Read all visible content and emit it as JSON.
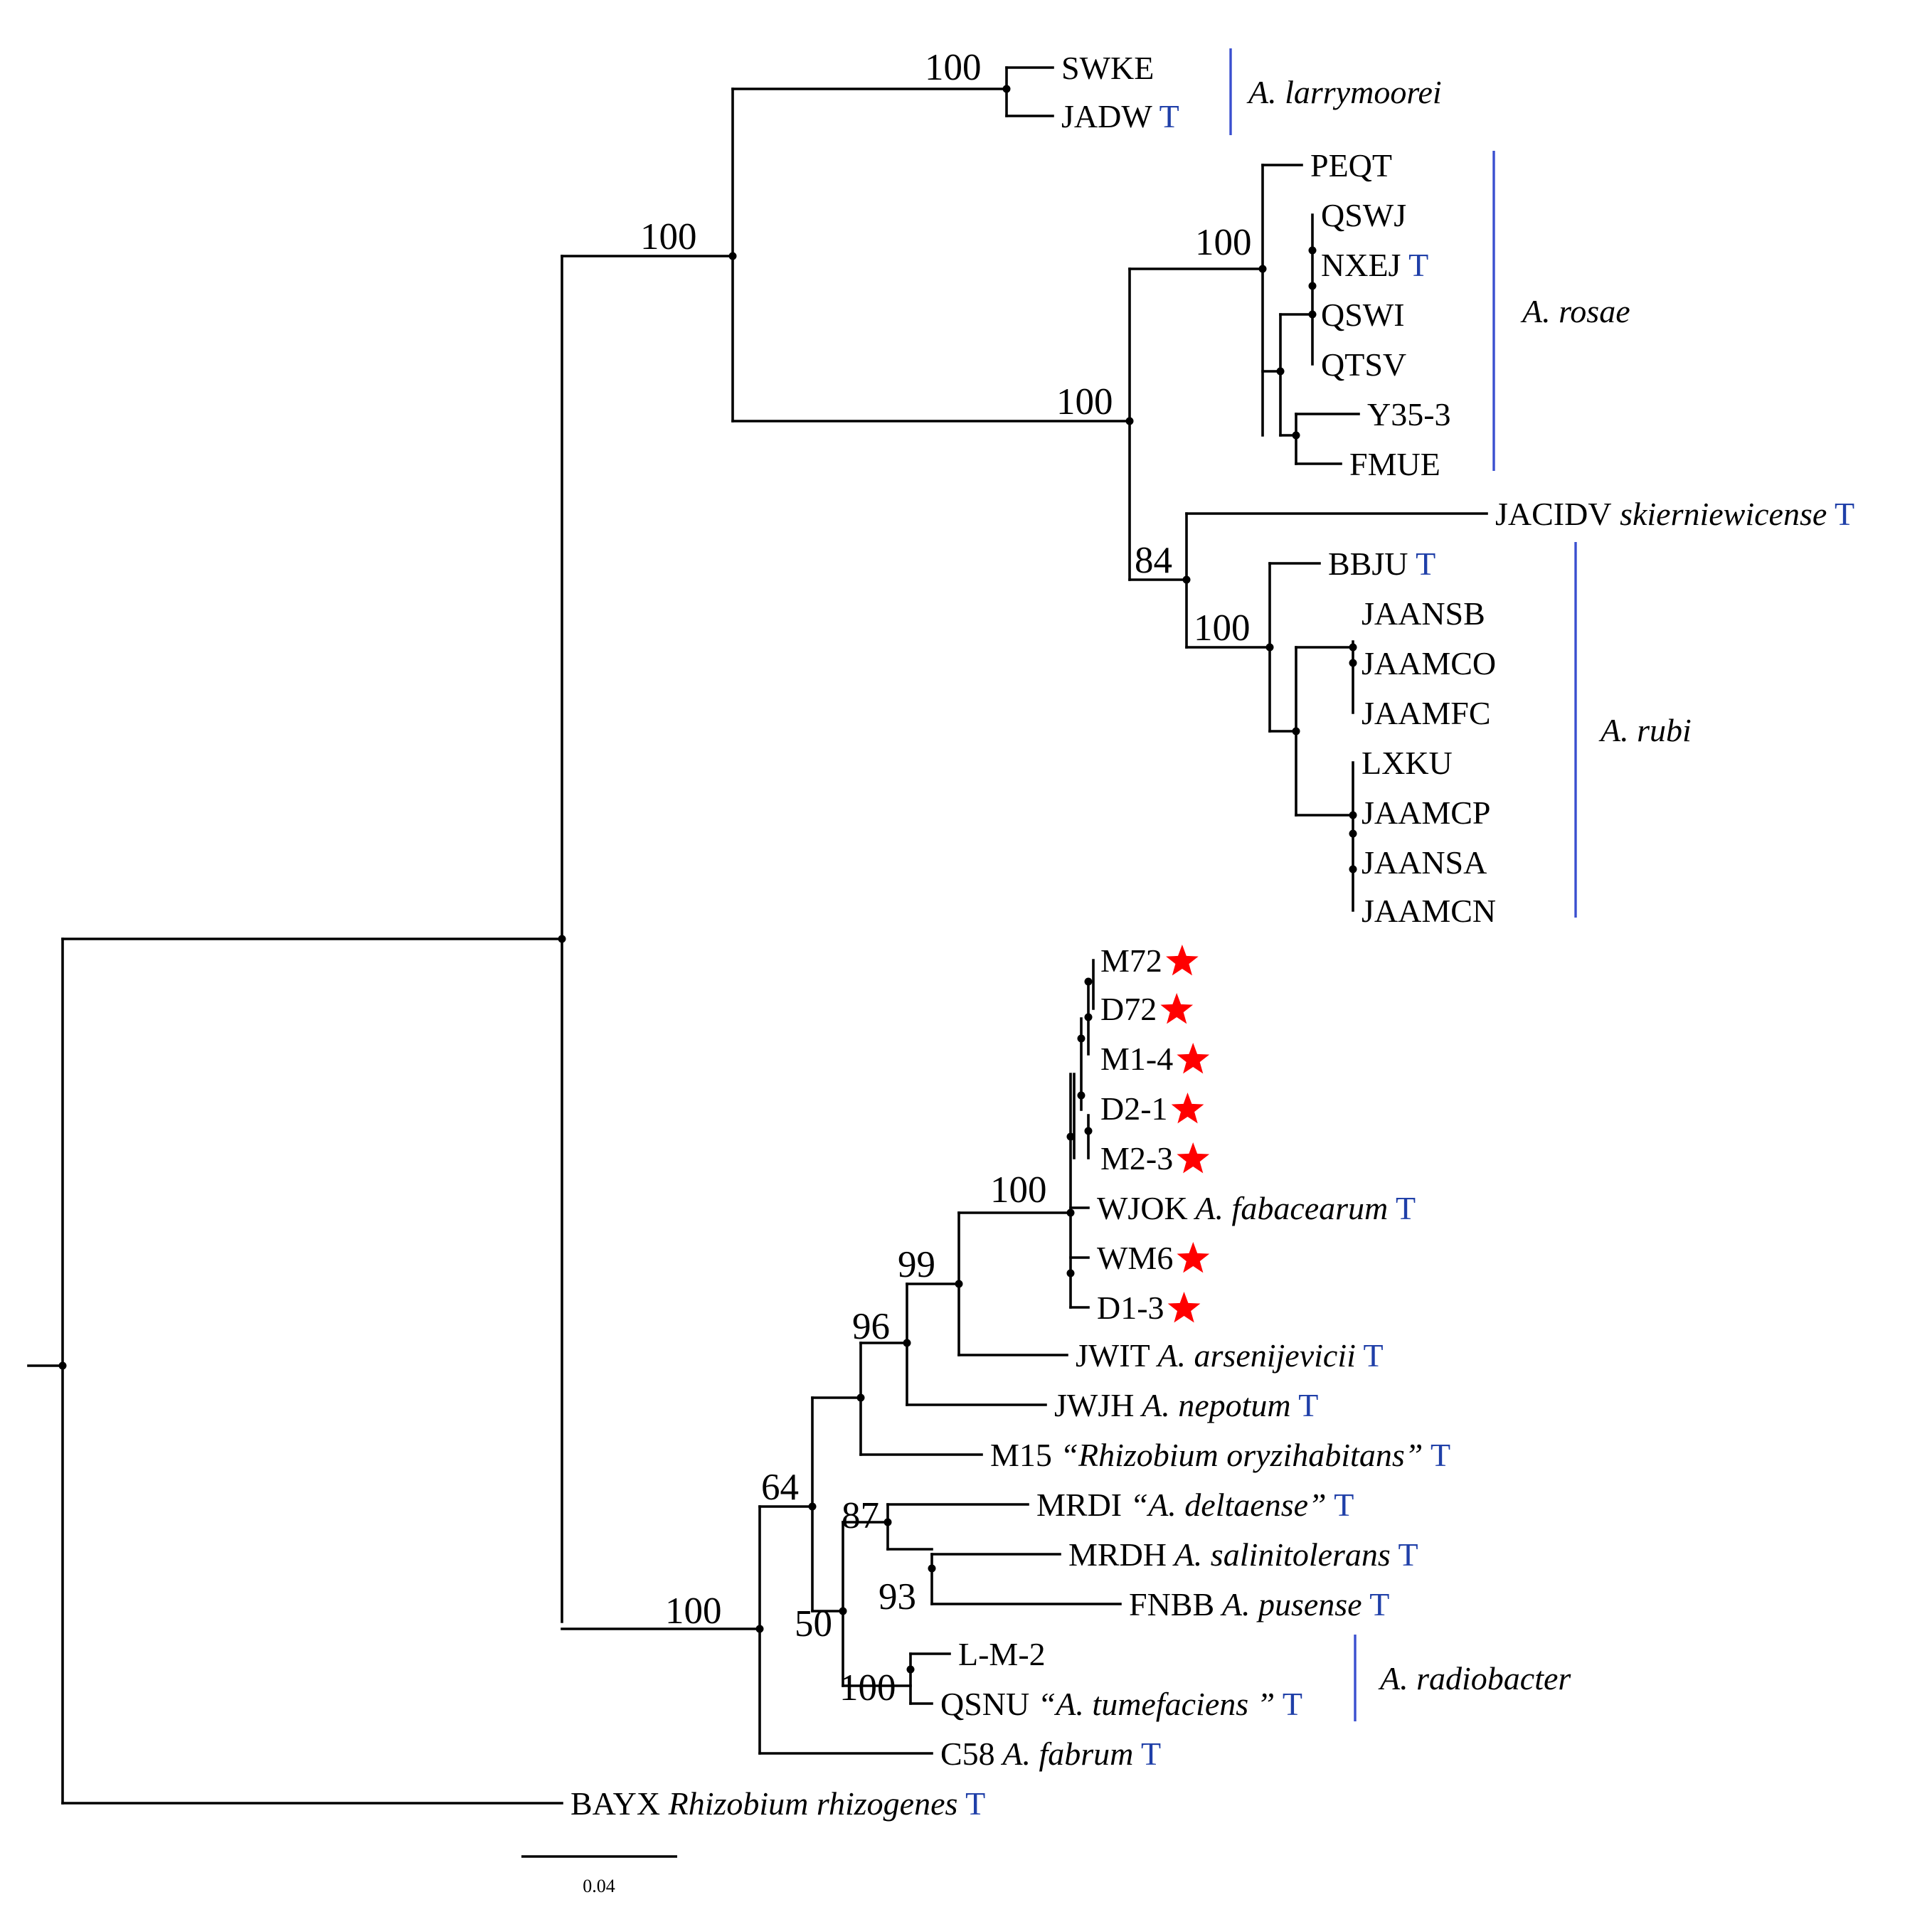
{
  "tree": {
    "scale_label": "0.04",
    "type_marker": "T",
    "branches": [
      {
        "node": "root",
        "children": [
          "ingroup",
          "BAYX"
        ]
      },
      {
        "node": "ingroup",
        "children": [
          "upper_clade",
          "lower_clade"
        ]
      },
      {
        "node": "upper_clade",
        "support": "100",
        "children": [
          "larrymoorei_clade",
          "rosae_rubi_clade"
        ]
      },
      {
        "node": "larrymoorei_clade",
        "support": "100",
        "children": [
          "SWKE",
          "JADW"
        ]
      },
      {
        "node": "rosae_rubi_clade",
        "support": "100",
        "children": [
          "rosae_clade",
          "skier_rubi_clade"
        ]
      },
      {
        "node": "rosae_clade",
        "support": "100",
        "children": [
          "PEQT",
          "QSWJ",
          "NXEJ",
          "QSWI",
          "QTSV",
          "Y35-3",
          "FMUE"
        ]
      },
      {
        "node": "skier_rubi_clade",
        "support": "84",
        "children": [
          "JACIDV",
          "rubi_clade"
        ]
      },
      {
        "node": "rubi_clade",
        "support": "100",
        "children": [
          "BBJU",
          "JAANSB",
          "JAAMCO",
          "JAAMFC",
          "LXKU",
          "JAAMCP",
          "JAANSA",
          "JAAMCN"
        ]
      },
      {
        "node": "lower_clade",
        "support": "100",
        "children": [
          "n64",
          "C58"
        ]
      },
      {
        "node": "n64",
        "support": "64",
        "children": [
          "n_upper",
          "n50"
        ]
      },
      {
        "node": "n96",
        "support": "96",
        "children": [
          "n99",
          "JWJH"
        ]
      },
      {
        "node": "n99",
        "support": "99",
        "children": [
          "fabacearum_clade",
          "JWIT"
        ]
      },
      {
        "node": "fabacearum_clade",
        "support": "100",
        "children": [
          "M72",
          "D72",
          "M1-4",
          "D2-1",
          "M2-3",
          "WJOK",
          "WM6",
          "D1-3"
        ]
      },
      {
        "node": "n50",
        "support": "50",
        "children": [
          "n87",
          "radiobacter_clade"
        ]
      },
      {
        "node": "n87",
        "support": "87",
        "children": [
          "MRDI",
          "n93"
        ]
      },
      {
        "node": "n93",
        "support": "93",
        "children": [
          "MRDH",
          "FNBB"
        ]
      },
      {
        "node": "radiobacter_clade",
        "support": "100",
        "children": [
          "L-M-2",
          "QSNU"
        ]
      }
    ],
    "leaves": [
      {
        "id": "SWKE",
        "name": "SWKE",
        "species": "",
        "type_strain": false,
        "highlight": false
      },
      {
        "id": "JADW",
        "name": "JADW",
        "species": "",
        "type_strain": true,
        "highlight": false
      },
      {
        "id": "PEQT",
        "name": "PEQT",
        "species": "",
        "type_strain": false,
        "highlight": false
      },
      {
        "id": "QSWJ",
        "name": "QSWJ",
        "species": "",
        "type_strain": false,
        "highlight": false
      },
      {
        "id": "NXEJ",
        "name": "NXEJ",
        "species": "",
        "type_strain": true,
        "highlight": false
      },
      {
        "id": "QSWI",
        "name": "QSWI",
        "species": "",
        "type_strain": false,
        "highlight": false
      },
      {
        "id": "QTSV",
        "name": "QTSV",
        "species": "",
        "type_strain": false,
        "highlight": false
      },
      {
        "id": "Y35-3",
        "name": "Y35-3",
        "species": "",
        "type_strain": false,
        "highlight": false
      },
      {
        "id": "FMUE",
        "name": "FMUE",
        "species": "",
        "type_strain": false,
        "highlight": false
      },
      {
        "id": "JACIDV",
        "name": "JACIDV",
        "species": "skierniewicense",
        "type_strain": true,
        "highlight": false
      },
      {
        "id": "BBJU",
        "name": "BBJU",
        "species": "",
        "type_strain": true,
        "highlight": false
      },
      {
        "id": "JAANSB",
        "name": "JAANSB",
        "species": "",
        "type_strain": false,
        "highlight": false
      },
      {
        "id": "JAAMCO",
        "name": "JAAMCO",
        "species": "",
        "type_strain": false,
        "highlight": false
      },
      {
        "id": "JAAMFC",
        "name": "JAAMFC",
        "species": "",
        "type_strain": false,
        "highlight": false
      },
      {
        "id": "LXKU",
        "name": "LXKU",
        "species": "",
        "type_strain": false,
        "highlight": false
      },
      {
        "id": "JAAMCP",
        "name": "JAAMCP",
        "species": "",
        "type_strain": false,
        "highlight": false
      },
      {
        "id": "JAANSA",
        "name": "JAANSA",
        "species": "",
        "type_strain": false,
        "highlight": false
      },
      {
        "id": "JAAMCN",
        "name": "JAAMCN",
        "species": "",
        "type_strain": false,
        "highlight": false
      },
      {
        "id": "M72",
        "name": "M72",
        "species": "",
        "type_strain": false,
        "highlight": true
      },
      {
        "id": "D72",
        "name": "D72",
        "species": "",
        "type_strain": false,
        "highlight": true
      },
      {
        "id": "M1-4",
        "name": "M1-4",
        "species": "",
        "type_strain": false,
        "highlight": true
      },
      {
        "id": "D2-1",
        "name": "D2-1",
        "species": "",
        "type_strain": false,
        "highlight": true
      },
      {
        "id": "M2-3",
        "name": "M2-3",
        "species": "",
        "type_strain": false,
        "highlight": true
      },
      {
        "id": "WJOK",
        "name": "WJOK",
        "species": "A. fabacearum",
        "type_strain": true,
        "highlight": false
      },
      {
        "id": "WM6",
        "name": "WM6",
        "species": "",
        "type_strain": false,
        "highlight": true
      },
      {
        "id": "D1-3",
        "name": "D1-3",
        "species": "",
        "type_strain": false,
        "highlight": true
      },
      {
        "id": "JWIT",
        "name": "JWIT",
        "species": "A. arsenijevicii",
        "type_strain": true,
        "highlight": false
      },
      {
        "id": "JWJH",
        "name": "JWJH",
        "species": "A. nepotum",
        "type_strain": true,
        "highlight": false
      },
      {
        "id": "M15",
        "name": "M15",
        "species": "“Rhizobium oryzihabitans”",
        "type_strain": true,
        "highlight": false
      },
      {
        "id": "MRDI",
        "name": "MRDI",
        "species": "“A. deltaense”",
        "type_strain": true,
        "highlight": false
      },
      {
        "id": "MRDH",
        "name": "MRDH",
        "species": "A. salinitolerans",
        "type_strain": true,
        "highlight": false
      },
      {
        "id": "FNBB",
        "name": "FNBB",
        "species": "A. pusense",
        "type_strain": true,
        "highlight": false
      },
      {
        "id": "L-M-2",
        "name": "L-M-2",
        "species": "",
        "type_strain": false,
        "highlight": false
      },
      {
        "id": "QSNU",
        "name": "QSNU",
        "species": "“A. tumefaciens ”",
        "type_strain": true,
        "highlight": false
      },
      {
        "id": "C58",
        "name": "C58",
        "species": "A. fabrum",
        "type_strain": true,
        "highlight": false
      },
      {
        "id": "BAYX",
        "name": "BAYX",
        "species": "Rhizobium rhizogenes",
        "type_strain": true,
        "highlight": false
      }
    ],
    "groups": [
      {
        "label": "A. larrymoorei",
        "members": [
          "SWKE",
          "JADW"
        ]
      },
      {
        "label": "A. rosae",
        "members": [
          "PEQT",
          "QSWJ",
          "NXEJ",
          "QSWI",
          "QTSV",
          "Y35-3",
          "FMUE"
        ]
      },
      {
        "label": "A. rubi",
        "members": [
          "BBJU",
          "JAANSB",
          "JAAMCO",
          "JAAMFC",
          "LXKU",
          "JAAMCP",
          "JAANSA",
          "JAAMCN"
        ]
      },
      {
        "label": "A. radiobacter",
        "members": [
          "L-M-2",
          "QSNU"
        ]
      }
    ],
    "colors": {
      "branch": "#000000",
      "type_marker": "#1f3fa8",
      "group_bar": "#3a4fcf",
      "star": "#ff0000"
    }
  }
}
